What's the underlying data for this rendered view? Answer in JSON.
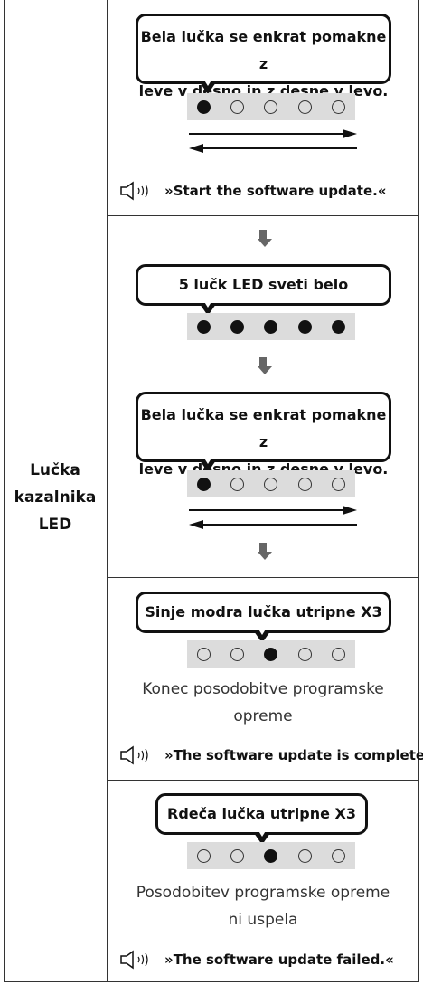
{
  "row_label": "Lučka kazalnika LED",
  "bubble_sweep": "Bela lučka se enkrat pomakne z leve v desno in z desne v levo.",
  "bubble_sweep_l1": "Bela lučka se enkrat pomakne z",
  "bubble_sweep_l2": "leve v desno in z desne v levo.",
  "voice_start": "»Start the software update.«",
  "bubble_all": "5 lučk LED sveti belo",
  "bubble_blue": "Sinje modra lučka utripne X3",
  "status_complete_l1": "Konec posodobitve programske",
  "status_complete_l2": "opreme",
  "voice_complete": "»The software update is complete.«",
  "bubble_red": "Rdeča lučka utripne X3",
  "status_failed_l1": "Posodobitev programske opreme",
  "status_failed_l2": "ni uspela",
  "voice_failed": "»The software update failed.«",
  "icons": {
    "speaker": "speaker-icon",
    "arrow_down": "arrow-down-icon"
  },
  "led_states": {
    "sweep": [
      true,
      false,
      false,
      false,
      false
    ],
    "all": [
      true,
      true,
      true,
      true,
      true
    ],
    "blink": [
      false,
      false,
      true,
      false,
      false
    ]
  }
}
